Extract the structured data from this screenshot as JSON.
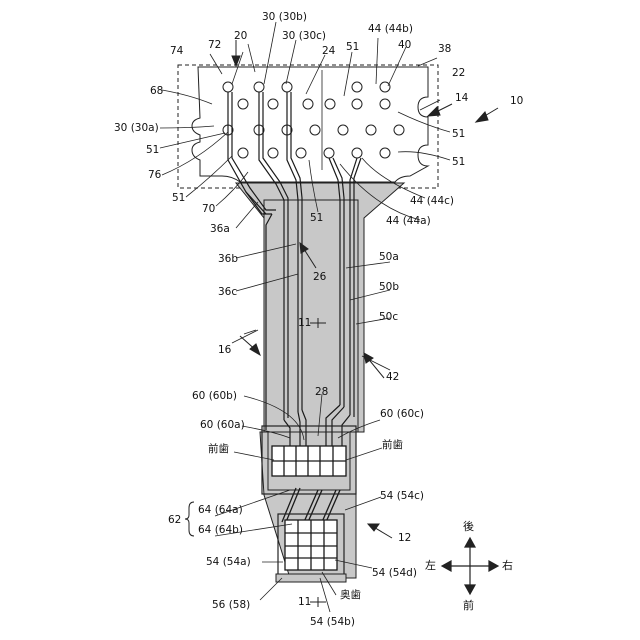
{
  "labels": {
    "l10": "10",
    "l12": "12",
    "l14": "14",
    "l16": "16",
    "l20": "20",
    "l22": "22",
    "l24": "24",
    "l26": "26",
    "l28": "28",
    "l30b": "30 (30b)",
    "l30c": "30 (30c)",
    "l30a": "30 (30a)",
    "l36a": "36a",
    "l36b": "36b",
    "l36c": "36c",
    "l38": "38",
    "l40": "40",
    "l42": "42",
    "l44b": "44 (44b)",
    "l44c": "44 (44c)",
    "l44a": "44 (44a)",
    "l50a": "50a",
    "l50b": "50b",
    "l50c": "50c",
    "l51_top": "51",
    "l51_left1": "51",
    "l51_right1": "51",
    "l51_right2": "51",
    "l51_left2": "51",
    "l51_center": "51",
    "l54a": "54 (54a)",
    "l54b": "54 (54b)",
    "l54c": "54 (54c)",
    "l54d": "54 (54d)",
    "l56": "56 (58)",
    "l60b": "60 (60b)",
    "l60a": "60 (60a)",
    "l60c": "60 (60c)",
    "l62": "62",
    "l64a": "64 (64a)",
    "l64b": "64 (64b)",
    "l68": "68",
    "l70": "70",
    "l72": "72",
    "l74": "74",
    "l76": "76",
    "sec_top": "11",
    "sec_bottom": "11",
    "front_teeth_left": "前歯",
    "front_teeth_right": "前歯",
    "back_teeth": "奥歯",
    "dir_back": "後",
    "dir_front": "前",
    "dir_left": "左",
    "dir_right": "右"
  },
  "colors": {
    "substrate": "#c8c8c8",
    "line": "#1a1a1a",
    "paper": "#ffffff"
  }
}
